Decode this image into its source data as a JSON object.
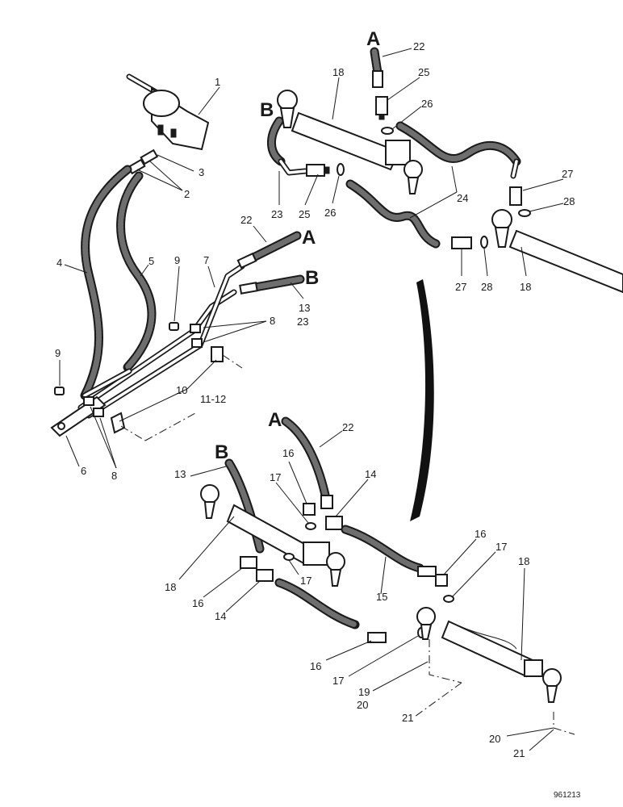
{
  "diagram": {
    "reference_code": "961213",
    "connection_labels": [
      "A",
      "B"
    ],
    "part_numbers": [
      "1",
      "2",
      "3",
      "4",
      "5",
      "6",
      "7",
      "8",
      "9",
      "10",
      "11-12",
      "13",
      "14",
      "15",
      "16",
      "17",
      "18",
      "19",
      "20",
      "21",
      "22",
      "23",
      "24",
      "25",
      "26",
      "27",
      "28"
    ]
  }
}
